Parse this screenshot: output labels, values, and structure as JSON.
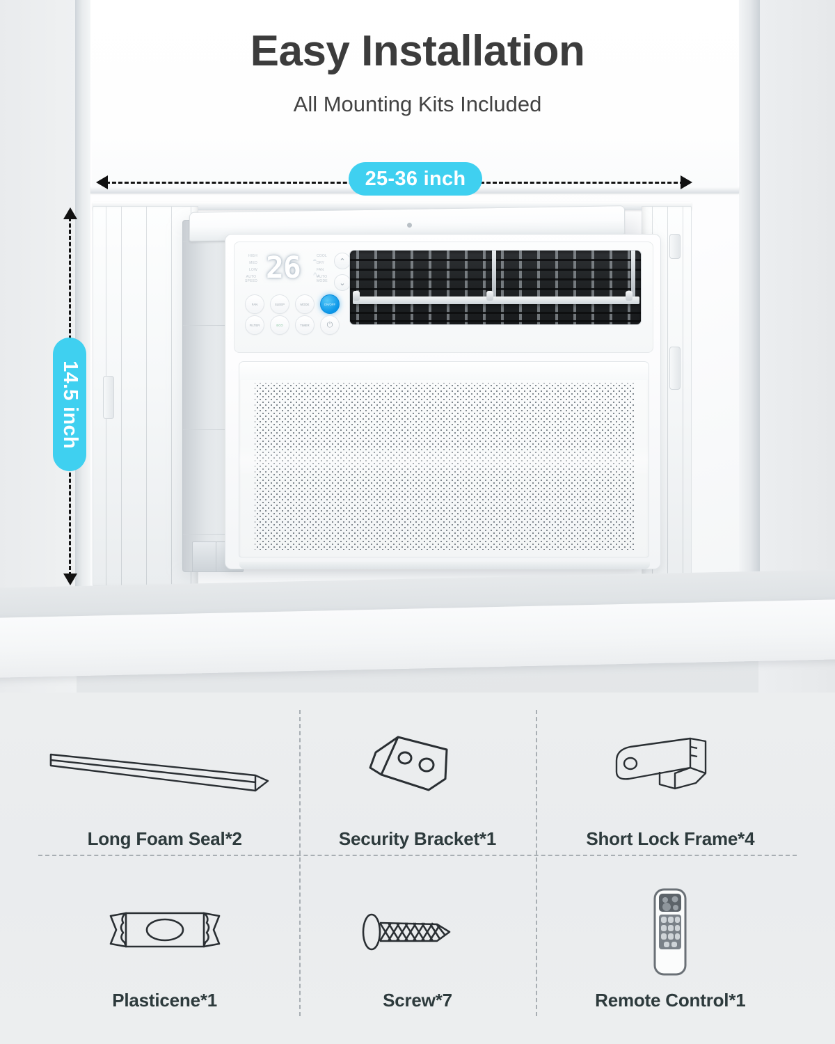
{
  "header": {
    "title": "Easy Installation",
    "subtitle": "All Mounting Kits Included"
  },
  "dimensions": {
    "width_badge": "25-36 inch",
    "height_badge": "14.5 inch",
    "accent_color": "#3fd0f0",
    "line_color": "#121212"
  },
  "control_panel": {
    "display_value": "26",
    "fan_indicators": [
      "HIGH",
      "MED",
      "LOW",
      "AUTO\nSPEED"
    ],
    "mode_indicators": [
      "COOL",
      "DRY",
      "FAN",
      "AUTO\nMODE"
    ],
    "wifi_icon": "wifi-icon",
    "humidity_icon": "humidity-icon",
    "up_arrow": "⌃",
    "down_arrow": "⌄",
    "buttons": [
      {
        "label": "FAN",
        "style": "plain"
      },
      {
        "label": "SLEEP",
        "style": "plain"
      },
      {
        "label": "MODE",
        "style": "plain"
      },
      {
        "label": "ON/OFF",
        "style": "power"
      },
      {
        "label": "FILTER",
        "style": "plain"
      },
      {
        "label": "ECO",
        "style": "eco"
      },
      {
        "label": "TIMER",
        "style": "plain"
      },
      {
        "label": "⏻",
        "style": "icon"
      }
    ]
  },
  "kits": {
    "items": [
      {
        "name": "Long Foam Seal*2",
        "icon": "foam-seal-icon"
      },
      {
        "name": "Security Bracket*1",
        "icon": "security-bracket-icon"
      },
      {
        "name": "Short Lock Frame*4",
        "icon": "short-lock-frame-icon"
      },
      {
        "name": "Plasticene*1",
        "icon": "plasticene-icon"
      },
      {
        "name": "Screw*7",
        "icon": "screw-icon"
      },
      {
        "name": "Remote Control*1",
        "icon": "remote-control-icon"
      }
    ]
  }
}
